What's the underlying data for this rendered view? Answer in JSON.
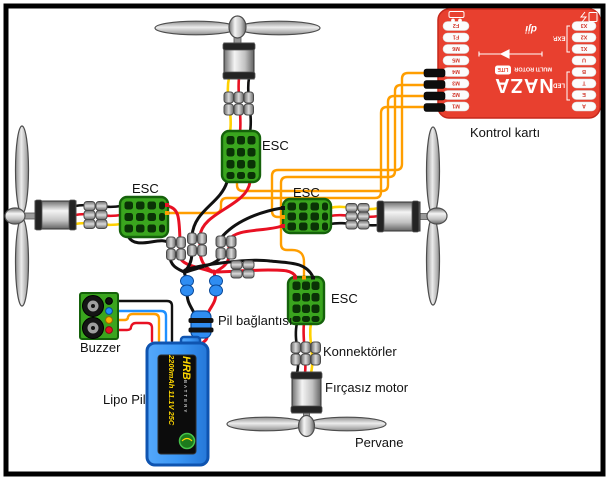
{
  "diagram": {
    "labels": {
      "esc": "ESC",
      "control_board": "Kontrol kartı",
      "buzzer": "Buzzer",
      "lipo_battery": "Lipo Pil",
      "battery_connection": "Pil bağlantısı",
      "connectors": "Konnektörler",
      "brushless_motor": "Fırçasız motor",
      "propeller": "Pervane"
    },
    "naza": {
      "name": "NAZA",
      "subtitle": "MULTI ROTOR",
      "badge": "LITE",
      "logo": "dji",
      "exp_label": "EXP.",
      "led_label": "LED",
      "pins_left": [
        "F2",
        "F1",
        "M6",
        "M5",
        "M4",
        "M3",
        "M2",
        "M1"
      ],
      "pins_right": [
        "X3",
        "X2",
        "X1",
        "U",
        "B",
        "T",
        "E",
        "A"
      ]
    },
    "battery": {
      "brand": "HRB",
      "brand_sub": "BATTERY",
      "spec": "2200mAh 11.1V 25C"
    },
    "colors": {
      "esc_green": "#3aa51e",
      "naza_red": "#e8402f",
      "battery_blue": "#3b97f5",
      "wire_orange": "#ff9e00",
      "wire_red": "#e81123",
      "wire_yellow": "#ffd100",
      "wire_blue": "#1e90ff"
    }
  }
}
